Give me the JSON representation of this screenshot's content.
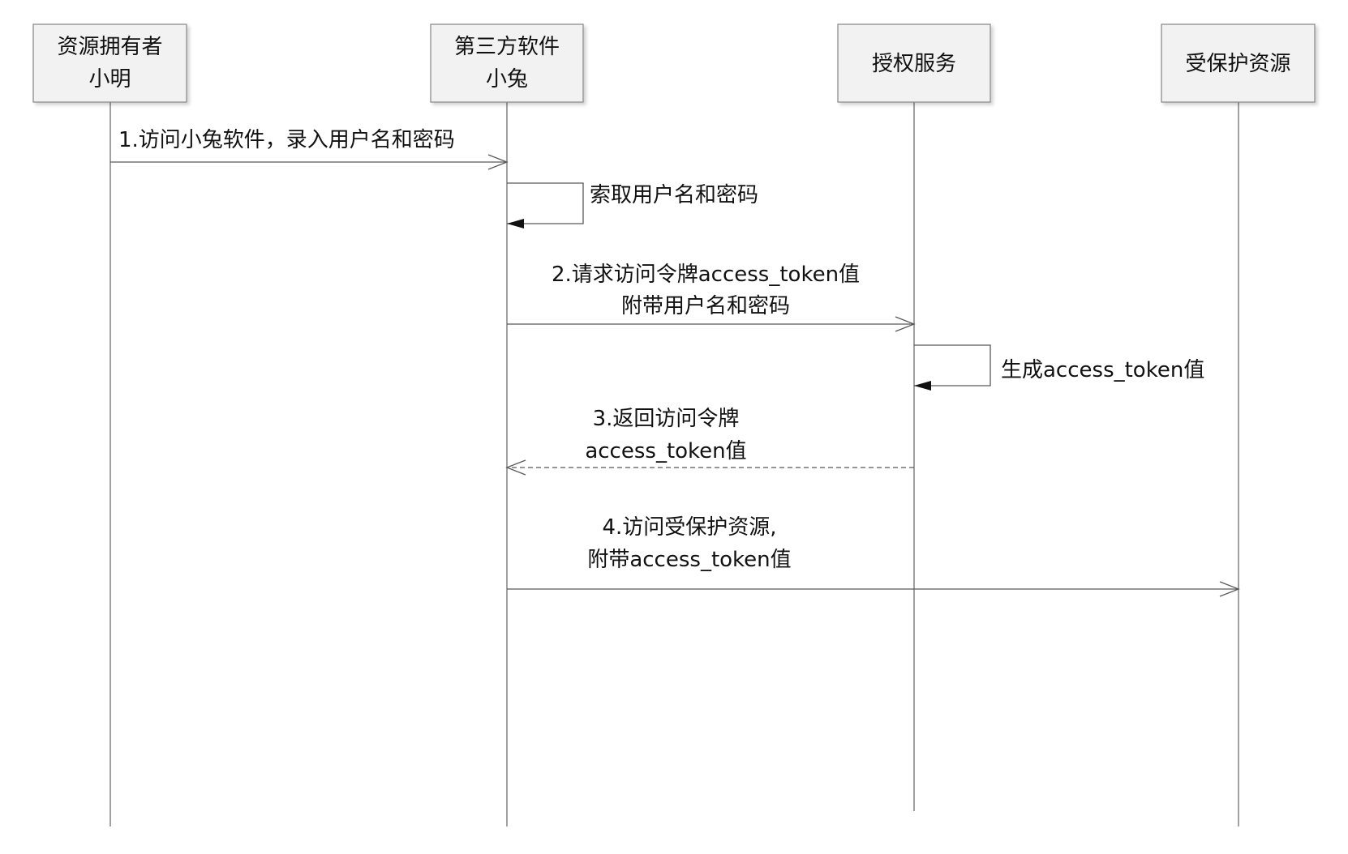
{
  "participants": [
    {
      "id": "owner",
      "lines": [
        "资源拥有者",
        "小明"
      ]
    },
    {
      "id": "client",
      "lines": [
        "第三方软件",
        "小兔"
      ]
    },
    {
      "id": "auth",
      "lines": [
        "授权服务"
      ]
    },
    {
      "id": "resource",
      "lines": [
        "受保护资源"
      ]
    }
  ],
  "messages": [
    {
      "id": "m1",
      "from": "owner",
      "to": "client",
      "style": "solid",
      "lines": [
        "1.访问小兔软件，录入用户名和密码"
      ]
    },
    {
      "id": "m2",
      "from": "client",
      "to": "client",
      "style": "self",
      "lines": [
        "索取用户名和密码"
      ]
    },
    {
      "id": "m3",
      "from": "client",
      "to": "auth",
      "style": "solid",
      "lines": [
        "2.请求访问令牌access_token值",
        "附带用户名和密码"
      ]
    },
    {
      "id": "m4",
      "from": "auth",
      "to": "auth",
      "style": "self",
      "lines": [
        "生成access_token值"
      ]
    },
    {
      "id": "m5",
      "from": "auth",
      "to": "client",
      "style": "dashed",
      "lines": [
        "3.返回访问令牌",
        "access_token值"
      ]
    },
    {
      "id": "m6",
      "from": "client",
      "to": "resource",
      "style": "solid",
      "lines": [
        "4.访问受保护资源,",
        "附带access_token值"
      ]
    }
  ],
  "colors": {
    "box_fill": "#f2f2f2",
    "box_stroke": "#8c8c8c",
    "line": "#595959",
    "text": "#111111"
  }
}
